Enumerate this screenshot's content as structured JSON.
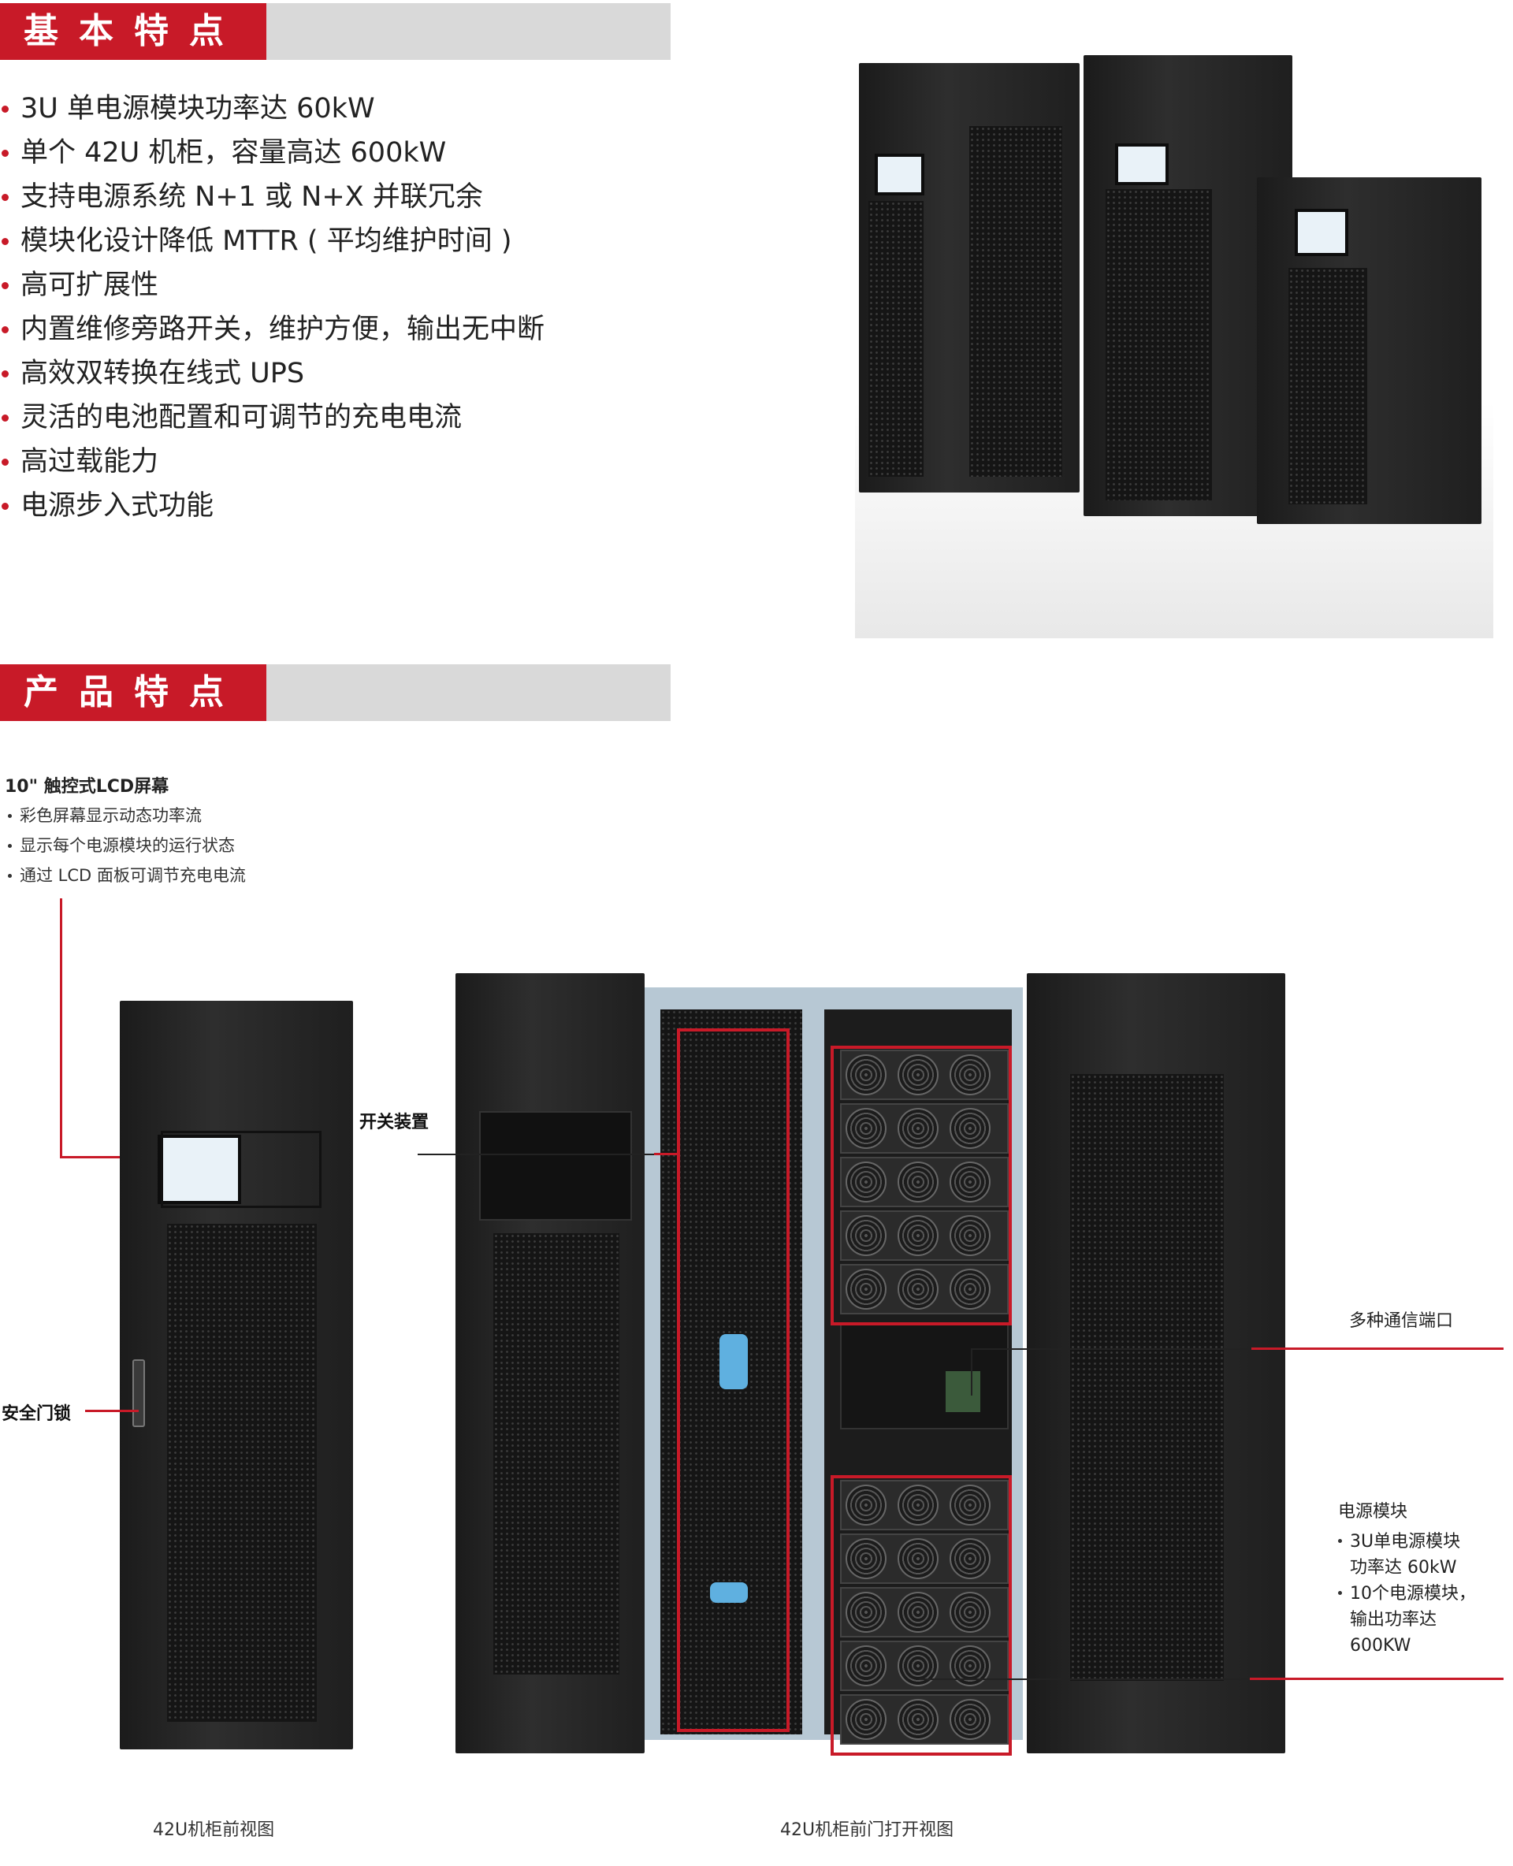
{
  "basic_features": {
    "header": "基本特点",
    "items": [
      "3U 单电源模块功率达 60kW",
      "单个 42U 机柜，容量高达 600kW",
      "支持电源系统 N+1 或 N+X 并联冗余",
      "模块化设计降低 MTTR ( 平均维护时间 )",
      "高可扩展性",
      "内置维修旁路开关，维护方便，输出无中断",
      "高效双转换在线式 UPS",
      "灵活的电池配置和可调节的充电电流",
      "高过载能力",
      "电源步入式功能"
    ]
  },
  "product_features": {
    "header": "产品特点",
    "lcd": {
      "title": "10\" 触控式LCD屏幕",
      "items": [
        "彩色屏幕显示动态功率流",
        "显示每个电源模块的运行状态",
        "通过 LCD 面板可调节充电电流"
      ]
    },
    "switch_label": "开关装置",
    "lock_label": "安全门锁",
    "comm_label": "多种通信端口",
    "power_module": {
      "title": "电源模块",
      "items": [
        "3U单电源模块功率达 60kW",
        "10个电源模块，输出功率达 600KW"
      ],
      "item1_line1": "3U单电源模块",
      "item1_line2": "功率达 60kW",
      "item2_line1": "10个电源模块，",
      "item2_line2": "输出功率达",
      "item2_line3": "600KW"
    },
    "caption_front": "42U机柜前视图",
    "caption_open": "42U机柜前门打开视图"
  },
  "colors": {
    "accent": "#c81a28",
    "header_gray": "#d9d9d9"
  }
}
